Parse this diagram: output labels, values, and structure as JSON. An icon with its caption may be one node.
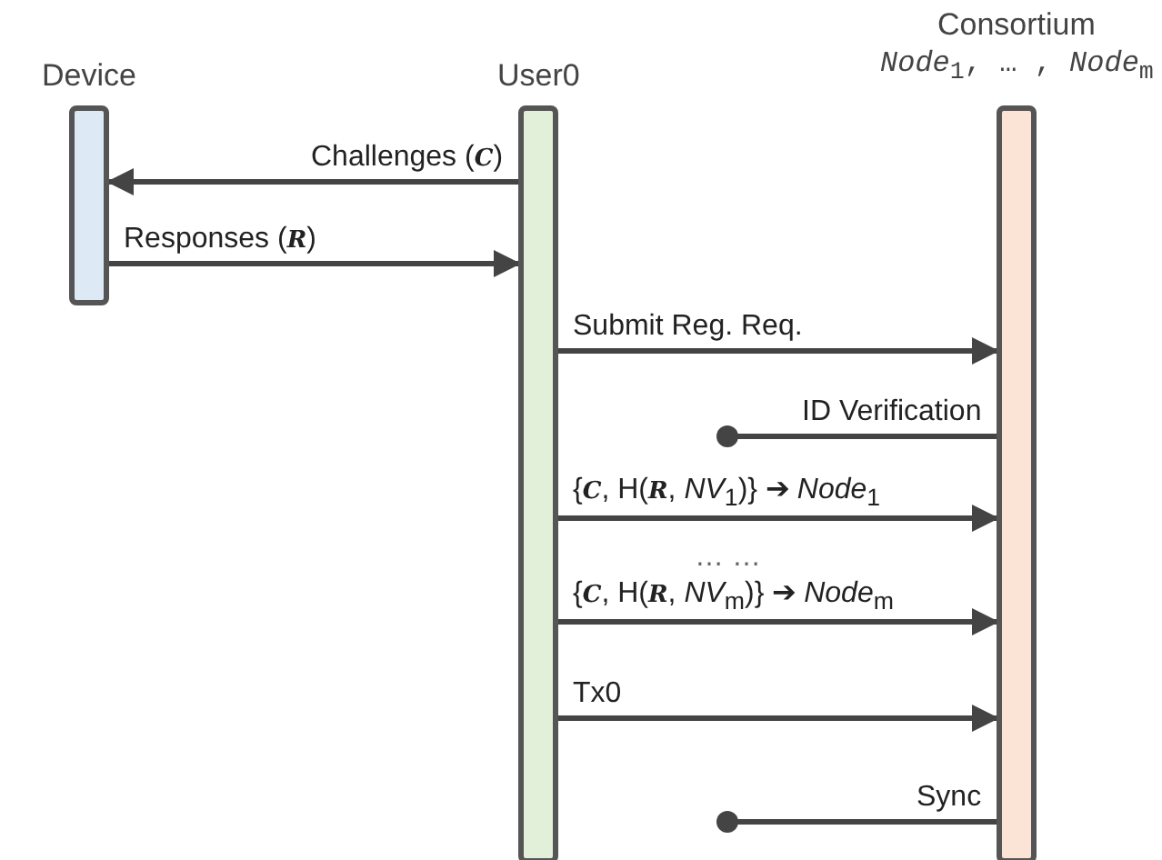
{
  "diagram": {
    "nodes": [
      {
        "text": [
          "Device"
        ]
      },
      {
        "text": [
          "User0"
        ]
      },
      {
        "text": [
          "Consortium",
          "*Node*$_{1}$, … , *Node*$_{m}$"
        ]
      }
    ],
    "edges": [
      {
        "from": 1,
        "to": 0,
        "arrow": "to",
        "label": "Challenges (**C**)"
      },
      {
        "from": 0,
        "to": 1,
        "arrow": "to",
        "label": "Responses (**R**)"
      },
      {
        "from": 1,
        "to": 2,
        "arrow": "to",
        "label": "Submit Reg. Req."
      },
      {
        "from": 2,
        "to": null,
        "arrow": "other",
        "label": "ID Verification"
      },
      {
        "from": 1,
        "to": 2,
        "arrow": "to",
        "label": "{**C**, H(**R**, *NV*$_{1}$)} ➔ *Node*$_{1}$"
      },
      {
        "from": 1,
        "to": 2,
        "arrow": "to",
        "label": "{**C**, H(**R**, *NV*$_{m}$)} ➔ *Node*$_{m}$"
      },
      {
        "from": 1,
        "to": 2,
        "arrow": "to",
        "label": "Tx0"
      },
      {
        "from": 2,
        "to": null,
        "arrow": "other",
        "label": "Sync"
      }
    ],
    "labels": [
      "… …"
    ]
  }
}
